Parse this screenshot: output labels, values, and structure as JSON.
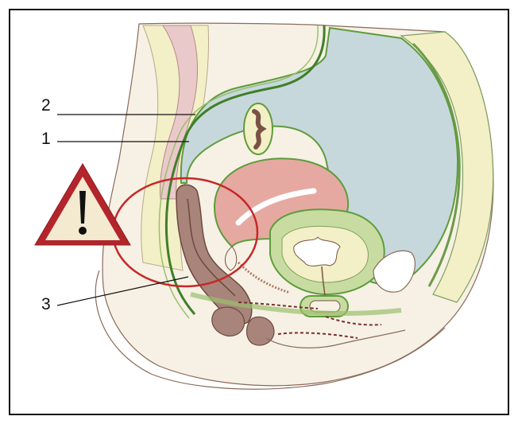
{
  "figure": {
    "labels": [
      {
        "id": "2",
        "text": "2"
      },
      {
        "id": "1",
        "text": "1"
      },
      {
        "id": "3",
        "text": "3"
      }
    ],
    "warning_icon": "warning-triangle-icon",
    "colors": {
      "border": "#111111",
      "skin": "#f6f1e4",
      "fat_yellow": "#f3efc6",
      "bladder_blue": "#c7d8dc",
      "uterus_pink": "#e5a9a1",
      "rectum_brown": "#a8847a",
      "fascia_green": "#5e9c3c",
      "highlight_red": "#c62828",
      "warning_red": "#b3252b",
      "warning_fill": "#f4ead0"
    }
  }
}
